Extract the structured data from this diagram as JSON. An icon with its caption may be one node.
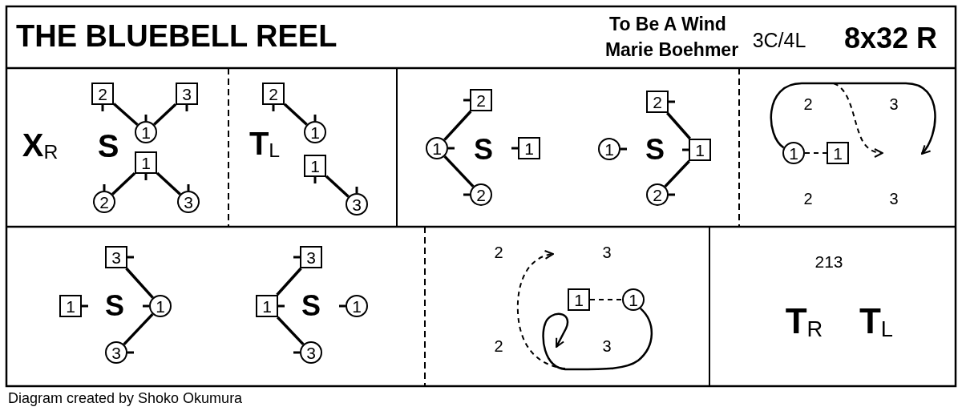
{
  "diagram": {
    "title": "THE BLUEBELL REEL",
    "caption": "Diagram created by Shoko Okumura",
    "nodes": [
      {
        "text": [
          "2"
        ]
      },
      {
        "text": [
          "3"
        ]
      },
      {
        "text": [
          "1"
        ]
      },
      {
        "text": [
          "1"
        ]
      },
      {
        "text": [
          "2"
        ]
      },
      {
        "text": [
          "3"
        ]
      },
      {
        "text": [
          "2"
        ]
      },
      {
        "text": [
          "1"
        ]
      },
      {
        "text": [
          "1"
        ]
      },
      {
        "text": [
          "3"
        ]
      },
      {
        "text": [
          "2"
        ]
      },
      {
        "text": [
          "1"
        ]
      },
      {
        "text": [
          "1"
        ]
      },
      {
        "text": [
          "2"
        ]
      },
      {
        "text": [
          "2"
        ]
      },
      {
        "text": [
          "1"
        ]
      },
      {
        "text": [
          "1"
        ]
      },
      {
        "text": [
          "2"
        ]
      },
      {
        "text": [
          "1"
        ]
      },
      {
        "text": [
          "1"
        ]
      },
      {
        "text": [
          "3"
        ]
      },
      {
        "text": [
          "1"
        ]
      },
      {
        "text": [
          "1"
        ]
      },
      {
        "text": [
          "3"
        ]
      },
      {
        "text": [
          "3"
        ]
      },
      {
        "text": [
          "1"
        ]
      },
      {
        "text": [
          "1"
        ]
      },
      {
        "text": [
          "3"
        ]
      },
      {
        "text": [
          "1"
        ]
      },
      {
        "text": [
          "1"
        ]
      }
    ],
    "edges": [
      {
        "from": 0,
        "to": 2,
        "arrow": "none"
      },
      {
        "from": 1,
        "to": 2,
        "arrow": "none"
      },
      {
        "from": 3,
        "to": 4,
        "arrow": "none"
      },
      {
        "from": 3,
        "to": 5,
        "arrow": "none"
      },
      {
        "from": 6,
        "to": 7,
        "arrow": "none"
      },
      {
        "from": 8,
        "to": 9,
        "arrow": "none"
      },
      {
        "from": 11,
        "to": 10,
        "arrow": "none"
      },
      {
        "from": 11,
        "to": 13,
        "arrow": "none"
      },
      {
        "from": 16,
        "to": 14,
        "arrow": "none"
      },
      {
        "from": 16,
        "to": 17,
        "arrow": "none"
      },
      {
        "from": 18,
        "to": 19,
        "arrow": "none",
        "style": "dashed"
      },
      {
        "from": 18,
        "to": null,
        "arrow": "to"
      },
      {
        "from": 22,
        "to": 20,
        "arrow": "none"
      },
      {
        "from": 22,
        "to": 23,
        "arrow": "none"
      },
      {
        "from": 25,
        "to": 24,
        "arrow": "none"
      },
      {
        "from": 25,
        "to": 27,
        "arrow": "none"
      },
      {
        "from": 28,
        "to": 29,
        "arrow": "none",
        "style": "dashed"
      },
      {
        "from": 29,
        "to": null,
        "arrow": "to"
      }
    ],
    "labels": [
      "To Be A Wind",
      "Marie Boehmer",
      "3C/4L",
      "8x32 R",
      "**X**$_{R}$",
      "S",
      "**T**$_{L}$",
      "S",
      "S",
      "2",
      "3",
      "2",
      "3",
      "S",
      "S",
      "2",
      "3",
      "2",
      "3",
      "213",
      "**T**$_{R}$",
      "**T**$_{L}$"
    ]
  }
}
